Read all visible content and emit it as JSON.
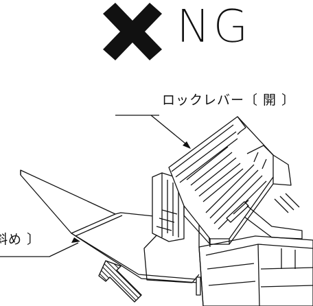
{
  "verdict": {
    "mark": "cross-mark-icon",
    "text": "NG"
  },
  "callouts": [
    {
      "id": "lever",
      "text": "ロックレバー〔 開 〕"
    },
    {
      "id": "fpc",
      "text": "斜め 〕"
    }
  ],
  "arrow": {
    "icon": "hatched-arrow-icon"
  },
  "colors": {
    "line": "#111111",
    "background": "#ffffff"
  }
}
